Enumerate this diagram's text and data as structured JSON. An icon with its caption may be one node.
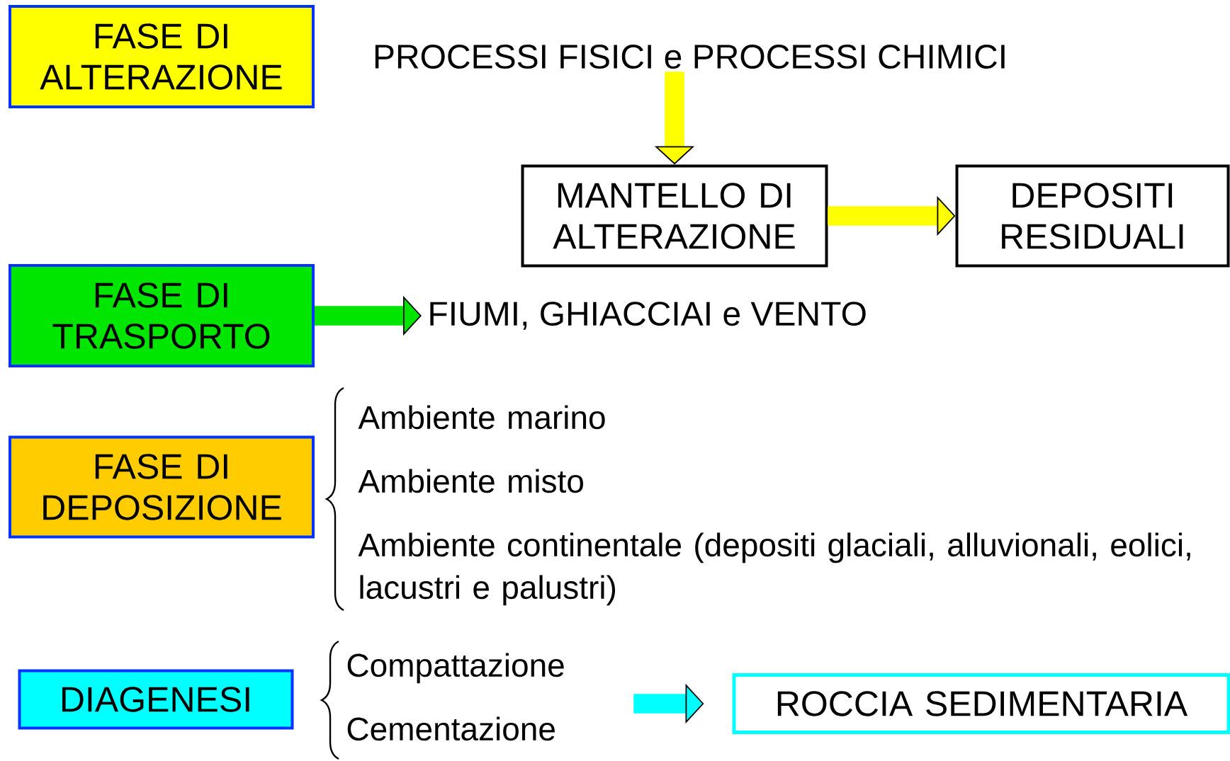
{
  "diagram": {
    "nodes": [
      {
        "text": [
          "FASE DI ALTERAZIONE"
        ]
      },
      {
        "text": [
          "PROCESSI FISICI e PROCESSI CHIMICI"
        ]
      },
      {
        "text": [
          "MANTELLO DI ALTERAZIONE"
        ]
      },
      {
        "text": [
          "DEPOSITI RESIDUALI"
        ]
      },
      {
        "text": [
          "FASE DI TRASPORTO"
        ]
      },
      {
        "text": [
          "FIUMI, GHIACCIAI e VENTO"
        ]
      },
      {
        "text": [
          "FASE DI DEPOSIZIONE"
        ]
      },
      {
        "text": [
          "DIAGENESI"
        ]
      },
      {
        "text": [
          "ROCCIA SEDIMENTARIA"
        ]
      }
    ],
    "edges": [
      {
        "from": 1,
        "to": 2,
        "arrow": "to",
        "color": "#ffff00"
      },
      {
        "from": 2,
        "to": 3,
        "arrow": "to",
        "color": "#ffff00"
      },
      {
        "from": 4,
        "to": 5,
        "arrow": "to",
        "color": "#00e600"
      },
      {
        "from": null,
        "to": 8,
        "arrow": "to",
        "color": "#00ffff"
      }
    ],
    "labels": [
      "Ambiente marino",
      "Ambiente misto",
      "Ambiente continentale (depositi glaciali, alluvionali, eolici, lacustri e palustri)",
      "Compattazione",
      "Cementazione"
    ]
  }
}
